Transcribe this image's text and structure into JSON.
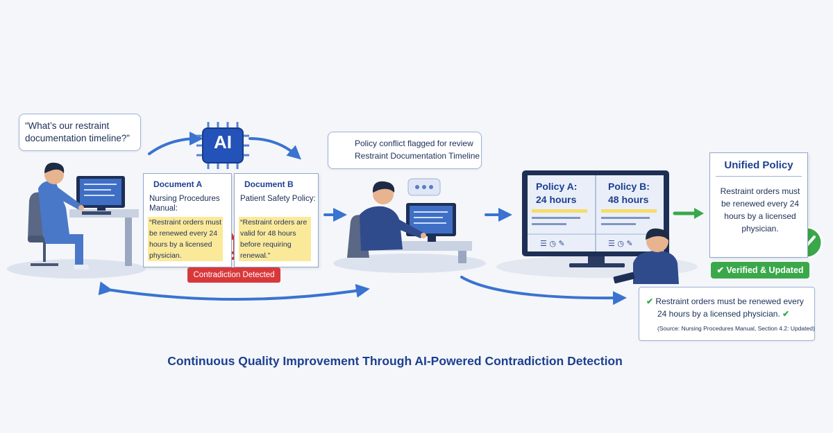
{
  "question": "“What’s our restraint documentation timeline?”",
  "ai_label": "AI",
  "doc_a": {
    "title": "Document A",
    "source": "Nursing Procedures Manual:",
    "quote": "“Restraint orders must be renewed every 24 hours by a licensed physician."
  },
  "doc_b": {
    "title": "Document B",
    "source": "Patient Safety Policy:",
    "quote": "“Restraint orders are valid for 48 hours before requiring renewal.”"
  },
  "contradiction_badge": "Contradiction Detected",
  "notification": {
    "line1": "Policy conflict flagged for review",
    "line2": "Restraint Documentation Timeline"
  },
  "monitor": {
    "panel_a_title": "Policy A:",
    "panel_a_value": "24 hours",
    "panel_b_title": "Policy B:",
    "panel_b_value": "48 hours"
  },
  "unified": {
    "title": "Unified Policy",
    "text": "Restraint orders must be renewed every 24 hours by a licensed physician."
  },
  "verified_badge": "Verified & Updated",
  "answer": {
    "line1": "Restraint orders must be renewed every",
    "line2": "24 hours by a licensed physician.",
    "source": "(Source: Nursing Procedures Manual, Section 4.2: Updated)"
  },
  "caption": "Continuous Quality Improvement Through AI-Powered Contradiction Detection",
  "colors": {
    "navy": "#1c3f8f",
    "accent_blue": "#3a73d0",
    "alert_red": "#d9383a",
    "success_green": "#3aa84a",
    "highlight_yellow": "#fbe99a"
  }
}
